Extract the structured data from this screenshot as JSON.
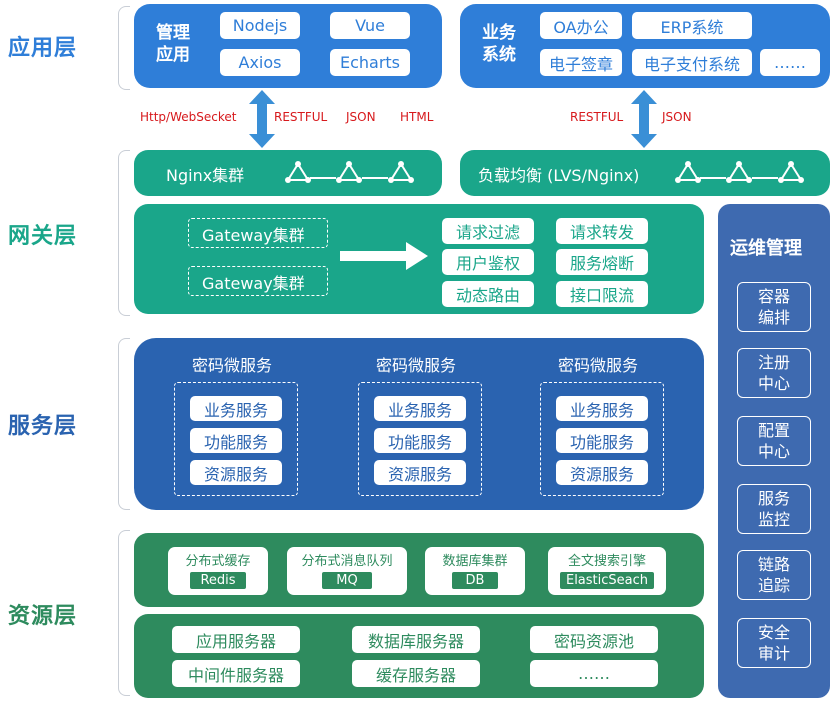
{
  "layers": {
    "app": "应用层",
    "gateway": "网关层",
    "service": "服务层",
    "resource": "资源层"
  },
  "app_layer": {
    "mgmt_title": "管理\n应用",
    "mgmt_items": [
      "Nodejs",
      "Vue",
      "Axios",
      "Echarts"
    ],
    "biz_title": "业务\n系统",
    "biz_items": [
      "OA办公",
      "ERP系统",
      "电子签章",
      "电子支付系统",
      "……"
    ]
  },
  "protocols_left": [
    "Http/WebSecket",
    "RESTFUL",
    "JSON",
    "HTML"
  ],
  "protocols_right": [
    "RESTFUL",
    "JSON"
  ],
  "gateway_layer": {
    "nginx_cluster": "Nginx集群",
    "load_balance": "负载均衡 (LVS/Nginx)",
    "gateways": [
      "Gateway集群",
      "Gateway集群"
    ],
    "functions": [
      "请求过滤",
      "请求转发",
      "用户鉴权",
      "服务熔断",
      "动态路由",
      "接口限流"
    ]
  },
  "service_layer": {
    "groups": [
      {
        "title": "密码微服务",
        "items": [
          "业务服务",
          "功能服务",
          "资源服务"
        ]
      },
      {
        "title": "密码微服务",
        "items": [
          "业务服务",
          "功能服务",
          "资源服务"
        ]
      },
      {
        "title": "密码微服务",
        "items": [
          "业务服务",
          "功能服务",
          "资源服务"
        ]
      }
    ]
  },
  "resource_layer": {
    "middleware": [
      {
        "title": "分布式缓存",
        "tag": "Redis"
      },
      {
        "title": "分布式消息队列",
        "tag": "MQ"
      },
      {
        "title": "数据库集群",
        "tag": "DB"
      },
      {
        "title": "全文搜索引擎",
        "tag": "ElasticSeach"
      }
    ],
    "servers": [
      "应用服务器",
      "数据库服务器",
      "密码资源池",
      "中间件服务器",
      "缓存服务器",
      "……"
    ]
  },
  "ops": {
    "title": "运维管理",
    "items": [
      "容器\n编排",
      "注册\n中心",
      "配置\n中心",
      "服务\n监控",
      "链路\n追踪",
      "安全\n审计"
    ]
  },
  "colors": {
    "app_blue": "#2f7ed8",
    "gateway_green": "#1aa68a",
    "service_blue": "#2a63b0",
    "resource_green": "#2e8b5e",
    "ops_blue": "#3e6ab0",
    "protocol_red": "#d7191c",
    "arrow_blue": "#3a8fd6"
  }
}
